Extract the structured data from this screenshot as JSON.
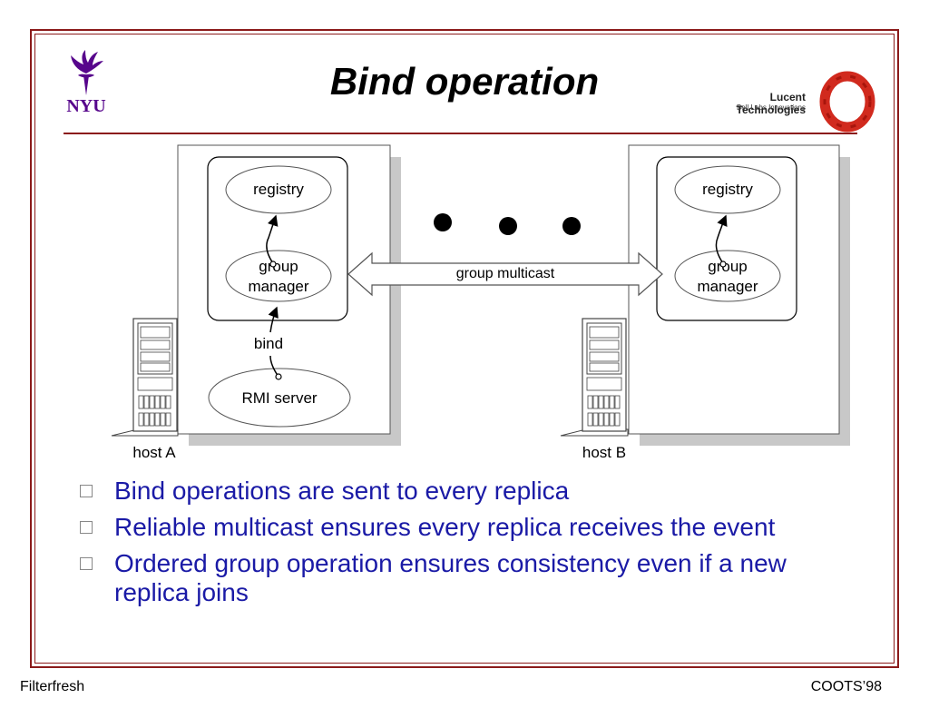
{
  "slide": {
    "title": "Bind operation"
  },
  "logos": {
    "nyu_text": "NYU",
    "lucent_name": "Lucent Technologies",
    "lucent_tagline": "Bell Labs Innovations"
  },
  "diagram": {
    "host_a": {
      "label": "host A",
      "registry": "registry",
      "group_manager_line1": "group",
      "group_manager_line2": "manager",
      "bind_label": "bind",
      "rmi_server": "RMI server"
    },
    "host_b": {
      "label": "host B",
      "registry": "registry",
      "group_manager_line1": "group",
      "group_manager_line2": "manager"
    },
    "multicast_label": "group multicast"
  },
  "bullets": [
    "Bind operations are sent to every replica",
    "Reliable multicast ensures every replica receives the event",
    "Ordered group operation ensures consistency even if a new replica joins"
  ],
  "footer": {
    "left": "Filterfresh",
    "right": "COOTS’98"
  },
  "colors": {
    "frame": "#8b1a1a",
    "bullet_text": "#1a1aa6",
    "nyu_purple": "#57068c",
    "lucent_red": "#d12a1e"
  }
}
